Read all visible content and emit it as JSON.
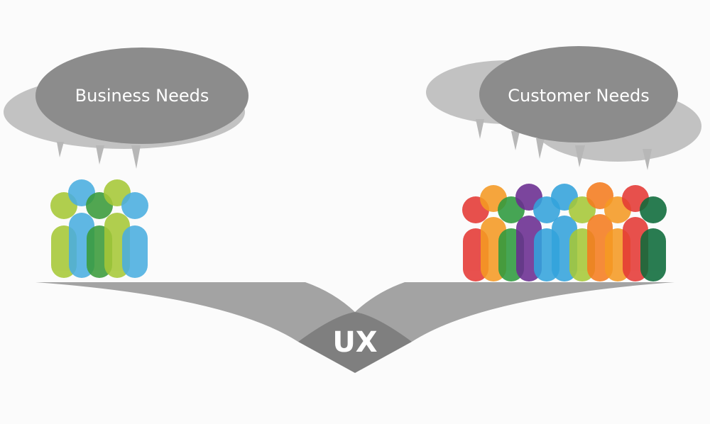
{
  "left_bubble": {
    "label": "Business Needs"
  },
  "right_bubble": {
    "label": "Customer Needs"
  },
  "center": {
    "label": "UX"
  },
  "colors": {
    "background": "#fbfbfb",
    "bubble_front": "#8c8c8c",
    "bubble_back": "#b7b7b7",
    "seesaw": "#9b9b9b",
    "seesaw_center": "#7a7a7a"
  },
  "business_group": {
    "people": [
      {
        "color": "#a6c837"
      },
      {
        "color": "#4aaee0"
      },
      {
        "color": "#3a9b3a"
      },
      {
        "color": "#a6c837"
      },
      {
        "color": "#4aaee0"
      }
    ]
  },
  "customer_group": {
    "people": [
      {
        "color": "#e53935"
      },
      {
        "color": "#f59a23"
      },
      {
        "color": "#2e9a3e"
      },
      {
        "color": "#6a2c91"
      },
      {
        "color": "#33a3dc"
      },
      {
        "color": "#33a3dc"
      },
      {
        "color": "#a6c837"
      },
      {
        "color": "#f57c1f"
      },
      {
        "color": "#f59a23"
      },
      {
        "color": "#e53935"
      },
      {
        "color": "#0d6b3a"
      }
    ]
  }
}
